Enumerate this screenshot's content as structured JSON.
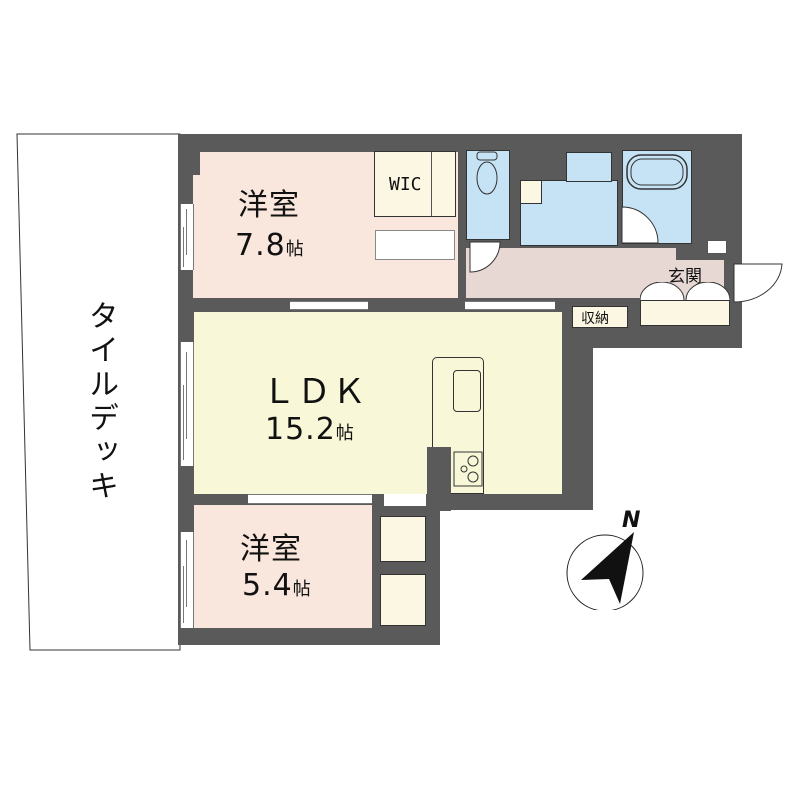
{
  "floorplan": {
    "deck_label": "タイルデッキ",
    "rooms": [
      {
        "id": "western-room-1",
        "name": "洋室",
        "size": "7.8",
        "unit": "帖"
      },
      {
        "id": "ldk",
        "name": "ＬＤＫ",
        "size": "15.2",
        "unit": "帖"
      },
      {
        "id": "western-room-2",
        "name": "洋室",
        "size": "5.4",
        "unit": "帖"
      }
    ],
    "wic_label": "WIC",
    "entrance_label": "玄関",
    "storage_label": "収納",
    "compass_label": "N",
    "colors": {
      "wall": "#5a5a5a",
      "western_room": "#f9e6dc",
      "ldk": "#f8f8d8",
      "wet_area": "#c6e3f5",
      "hallway": "#e8d8d3",
      "storage": "#fbf7e2"
    }
  }
}
